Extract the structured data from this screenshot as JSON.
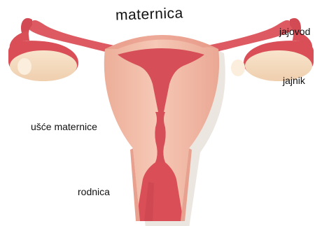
{
  "labels": {
    "uterus": "maternica",
    "fallopian_tube": "jajovod",
    "ovary": "jajnik",
    "cervix": "ušće maternice",
    "vagina": "rodnica"
  },
  "colors": {
    "tissue_dark": "#d94e57",
    "tissue_mid": "#e86a71",
    "uterus_body": "#f2b6a3",
    "uterus_light": "#f7cdbd",
    "ovary": "#f4d9bd",
    "ovary_highlight": "#fbeedd",
    "shadow": "#e9e2dc",
    "text": "#111111"
  }
}
